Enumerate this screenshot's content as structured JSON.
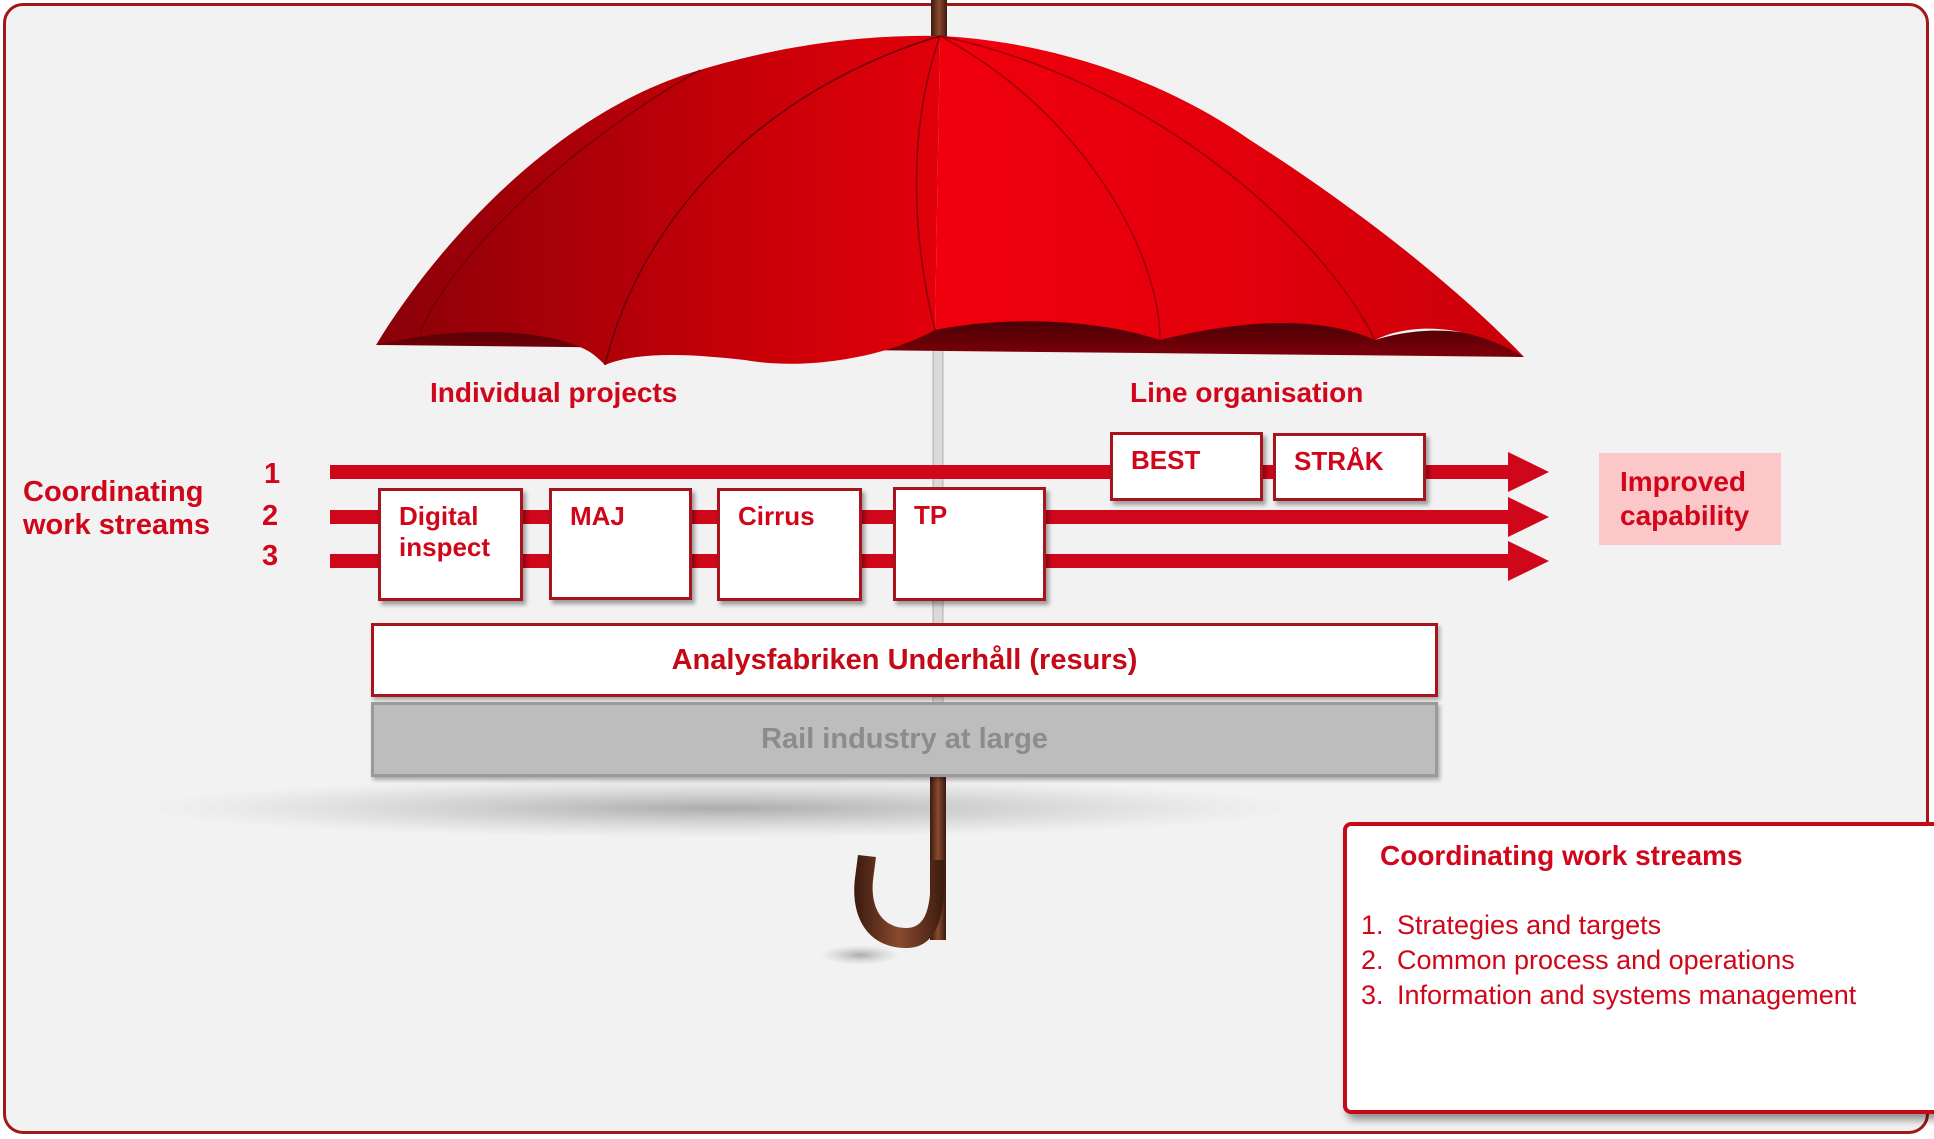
{
  "colors": {
    "accent_red": "#d0061a",
    "border_red": "#a8141e",
    "frame_bg": "#f2f2f2",
    "highlight_pink": "#fbc7c9",
    "muted_gray_text": "#8c8c8c",
    "gray_bar": "#bdbdbd"
  },
  "labels": {
    "individual_projects": "Individual projects",
    "line_organisation": "Line organisation",
    "coordinating_line1": "Coordinating",
    "coordinating_line2": "work streams",
    "stream_numbers": [
      "1",
      "2",
      "3"
    ],
    "improved_line1": "Improved",
    "improved_line2": "capability"
  },
  "boxes": {
    "best": "BEST",
    "strak": "STRÅK",
    "digital_line1": "Digital",
    "digital_line2": "inspect",
    "maj": "MAJ",
    "cirrus": "Cirrus",
    "tp": "TP"
  },
  "bars": {
    "analysfabriken": "Analysfabriken Underhåll (resurs)",
    "rail_industry": "Rail industry at large"
  },
  "infobox": {
    "title": "Coordinating work streams",
    "items": [
      {
        "num": "1.",
        "text": "Strategies and targets"
      },
      {
        "num": "2.",
        "text": "Common process and operations"
      },
      {
        "num": "3.",
        "text": "Information and systems management"
      }
    ]
  }
}
